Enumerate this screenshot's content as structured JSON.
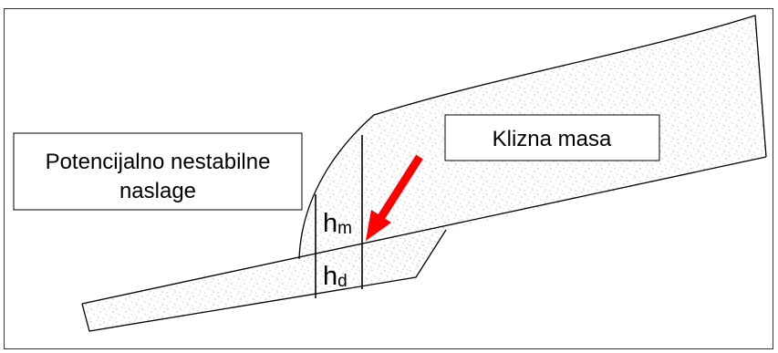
{
  "labels": {
    "unstable_deposits_line1": "Potencijalno nestabilne",
    "unstable_deposits_line2": "naslage",
    "sliding_mass": "Klizna masa",
    "hm_main": "h",
    "hm_sub": "m",
    "hd_main": "h",
    "hd_sub": "d"
  },
  "colors": {
    "outline": "#000000",
    "stipple": "#9a9a9a",
    "arrow": "#ff0000",
    "background": "#ffffff"
  }
}
